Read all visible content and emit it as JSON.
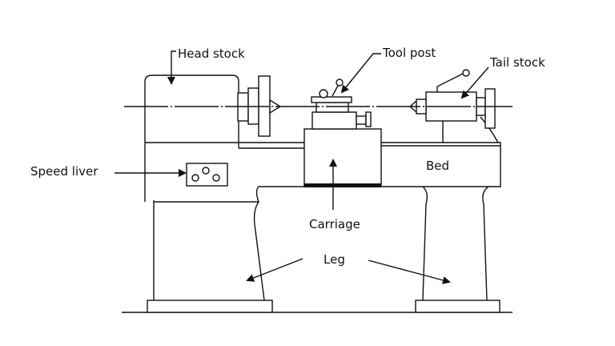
{
  "diagram": {
    "labels": {
      "head_stock": "Head stock",
      "tool_post": "Tool post",
      "tail_stock": "Tail stock",
      "speed_lever": "Speed liver",
      "bed": "Bed",
      "carriage": "Carriage",
      "leg": "Leg"
    },
    "colors": {
      "line": "#111111",
      "background": "#ffffff"
    }
  }
}
